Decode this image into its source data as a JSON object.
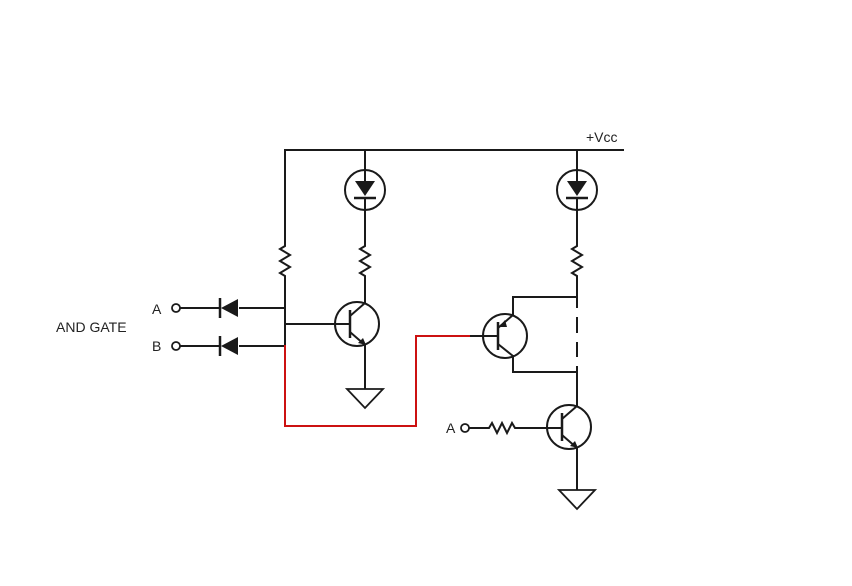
{
  "labels": {
    "vcc": "+Vcc",
    "gate": "AND GATE",
    "input_a": "A",
    "input_b": "B",
    "input_a2": "A"
  },
  "colors": {
    "wire": "#1a1a1a",
    "highlight_wire": "#cc1111",
    "background": "#ffffff"
  },
  "components": {
    "input_diodes": 2,
    "leds": 2,
    "resistors": 4,
    "transistors": [
      "npn",
      "pnp",
      "npn"
    ],
    "grounds": 2
  }
}
